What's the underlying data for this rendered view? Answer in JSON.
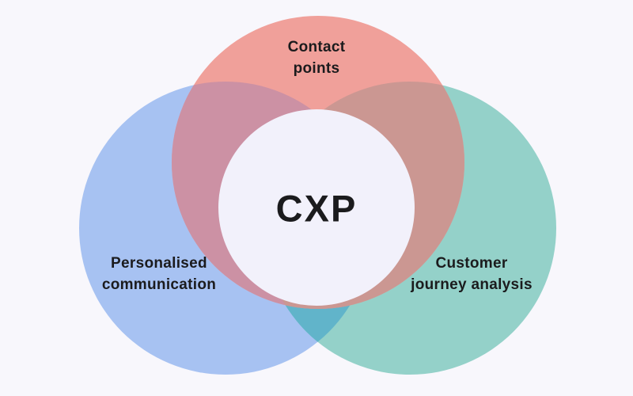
{
  "diagram": {
    "type": "venn",
    "center_label": "CXP",
    "background_color": "#F8F7FC",
    "center_circle_color": "#F2F1FB",
    "text_color": "#1B1B1D",
    "sets": [
      {
        "name": "Contact points",
        "line1": "Contact",
        "line2": "points",
        "color": "#F0A09A"
      },
      {
        "name": "Personalised communication",
        "line1": "Personalised",
        "line2": "communication",
        "color": "#A7C2F2"
      },
      {
        "name": "Customer journey analysis",
        "line1": "Customer",
        "line2": "journey analysis",
        "color": "#94D1C9"
      }
    ],
    "overlap_colors": {
      "contact_personalised": "#CC91A4",
      "contact_customer": "#CB9792",
      "personalised_customer": "#61B4CA"
    }
  }
}
